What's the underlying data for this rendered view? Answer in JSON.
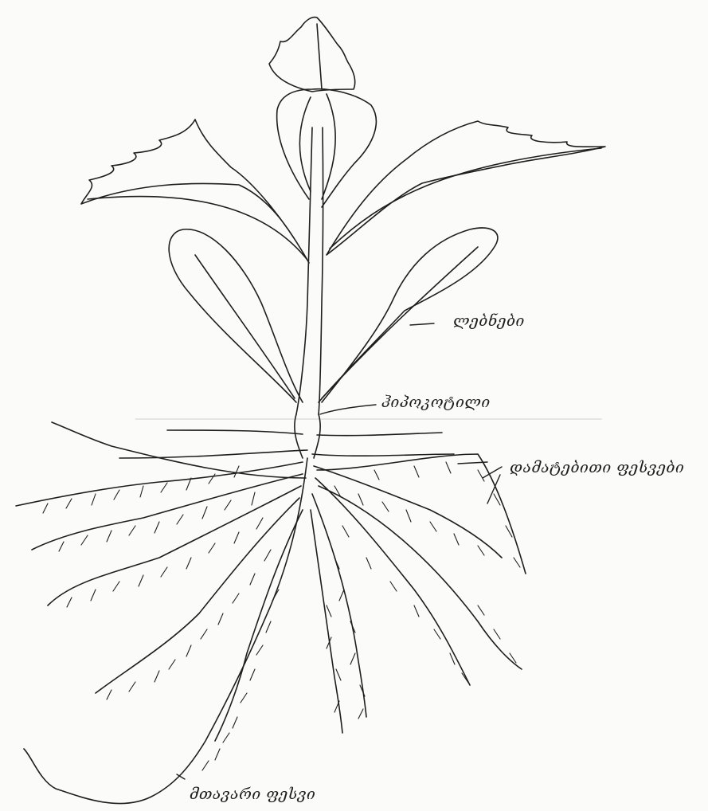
{
  "diagram": {
    "labels": {
      "cotyledons": "ლებნები",
      "hypocotyl": "ჰიპოკოტილი",
      "lateral_roots": "დამატებითი ფესვები",
      "taproot": "მთავარი ფესვი"
    },
    "colors": {
      "ink": "#1e1e1e",
      "paper": "#fbfbfa",
      "soil_line": "#d8d8d8"
    }
  }
}
